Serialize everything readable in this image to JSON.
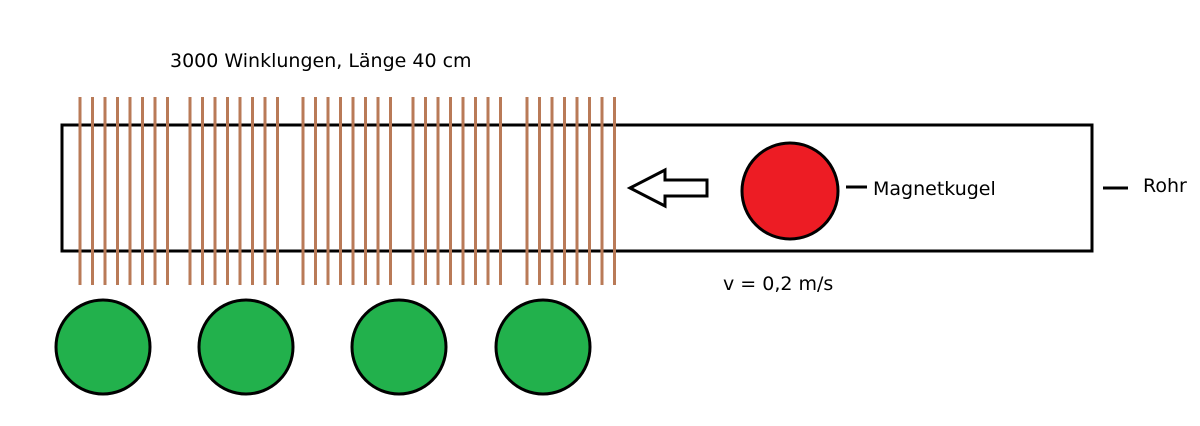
{
  "labels": {
    "coil": "3000 Winklungen, Länge 40 cm",
    "ball": "Magnetkugel",
    "tube": "Rohr",
    "speed": "v = 0,2 m/s"
  },
  "colors": {
    "winding": "#b97a57",
    "ball": "#ed1c24",
    "circles": "#22b14c",
    "outline": "#000000",
    "background": "#ffffff"
  },
  "icons": {
    "arrow": "left-arrow-icon"
  },
  "counts": {
    "winding_groups": 5,
    "windings_per_group": 8,
    "green_circles": 4
  }
}
